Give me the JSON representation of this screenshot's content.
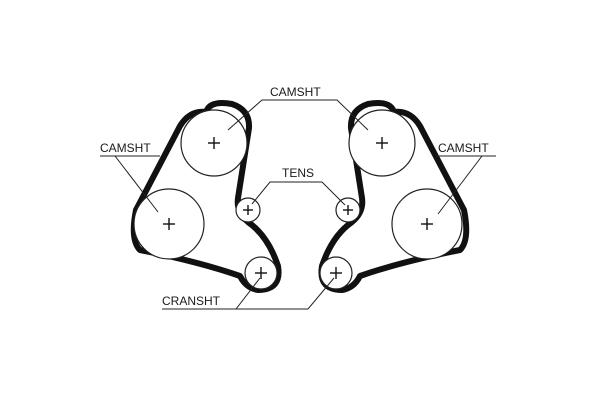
{
  "diagram": {
    "labels": {
      "camshaft_top": "CAMSHT",
      "camshaft_left": "CAMSHT",
      "camshaft_right": "CAMSHT",
      "tensioner": "TENS",
      "crankshaft": "CRANSHT"
    }
  },
  "colors": {
    "belt": "#111111",
    "line": "#222222",
    "background": "#ffffff"
  }
}
